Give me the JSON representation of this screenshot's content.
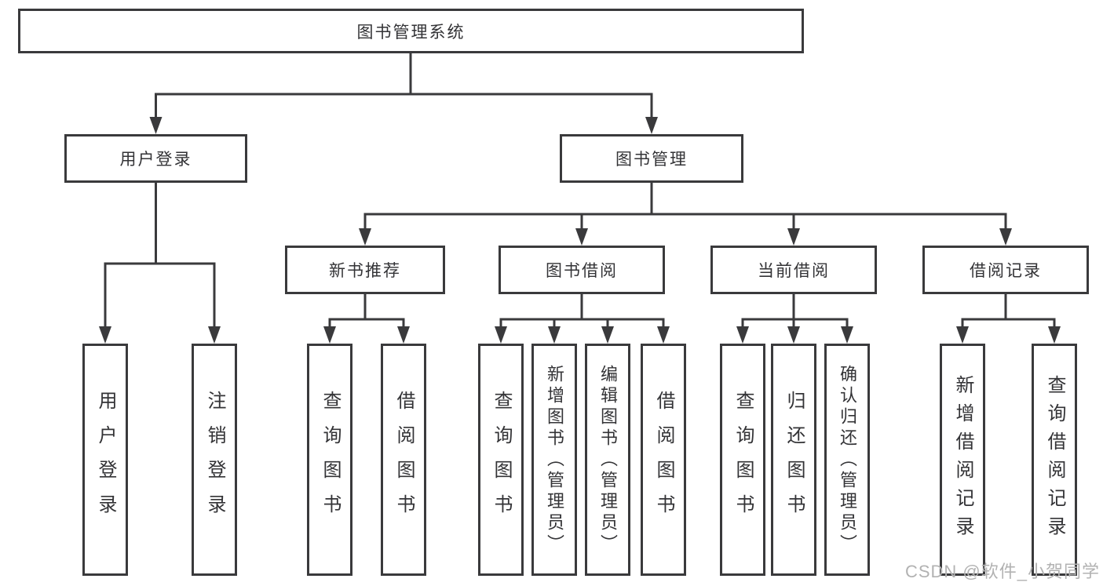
{
  "diagram": {
    "root": {
      "label": "图书管理系统"
    },
    "level1": [
      {
        "label": "用户登录",
        "children": [
          {
            "label": "用户登录"
          },
          {
            "label": "注销登录"
          }
        ]
      },
      {
        "label": "图书管理",
        "children": [
          {
            "label": "新书推荐",
            "children": [
              {
                "label": "查询图书"
              },
              {
                "label": "借阅图书"
              }
            ]
          },
          {
            "label": "图书借阅",
            "children": [
              {
                "label": "查询图书"
              },
              {
                "label": "新增图书（管理员）"
              },
              {
                "label": "编辑图书（管理员）"
              },
              {
                "label": "借阅图书"
              }
            ]
          },
          {
            "label": "当前借阅",
            "children": [
              {
                "label": "查询图书"
              },
              {
                "label": "归还图书"
              },
              {
                "label": "确认归还（管理员）"
              }
            ]
          },
          {
            "label": "借阅记录",
            "children": [
              {
                "label": "新增借阅记录"
              },
              {
                "label": "查询借阅记录"
              }
            ]
          }
        ]
      }
    ]
  },
  "watermark": {
    "text": "CSDN @软件_小贺同学"
  },
  "colors": {
    "line": "#3a3a3c",
    "box_border": "#3a3a3c",
    "text": "#333336",
    "watermark": "#b2b2b2",
    "background": "#ffffff"
  }
}
